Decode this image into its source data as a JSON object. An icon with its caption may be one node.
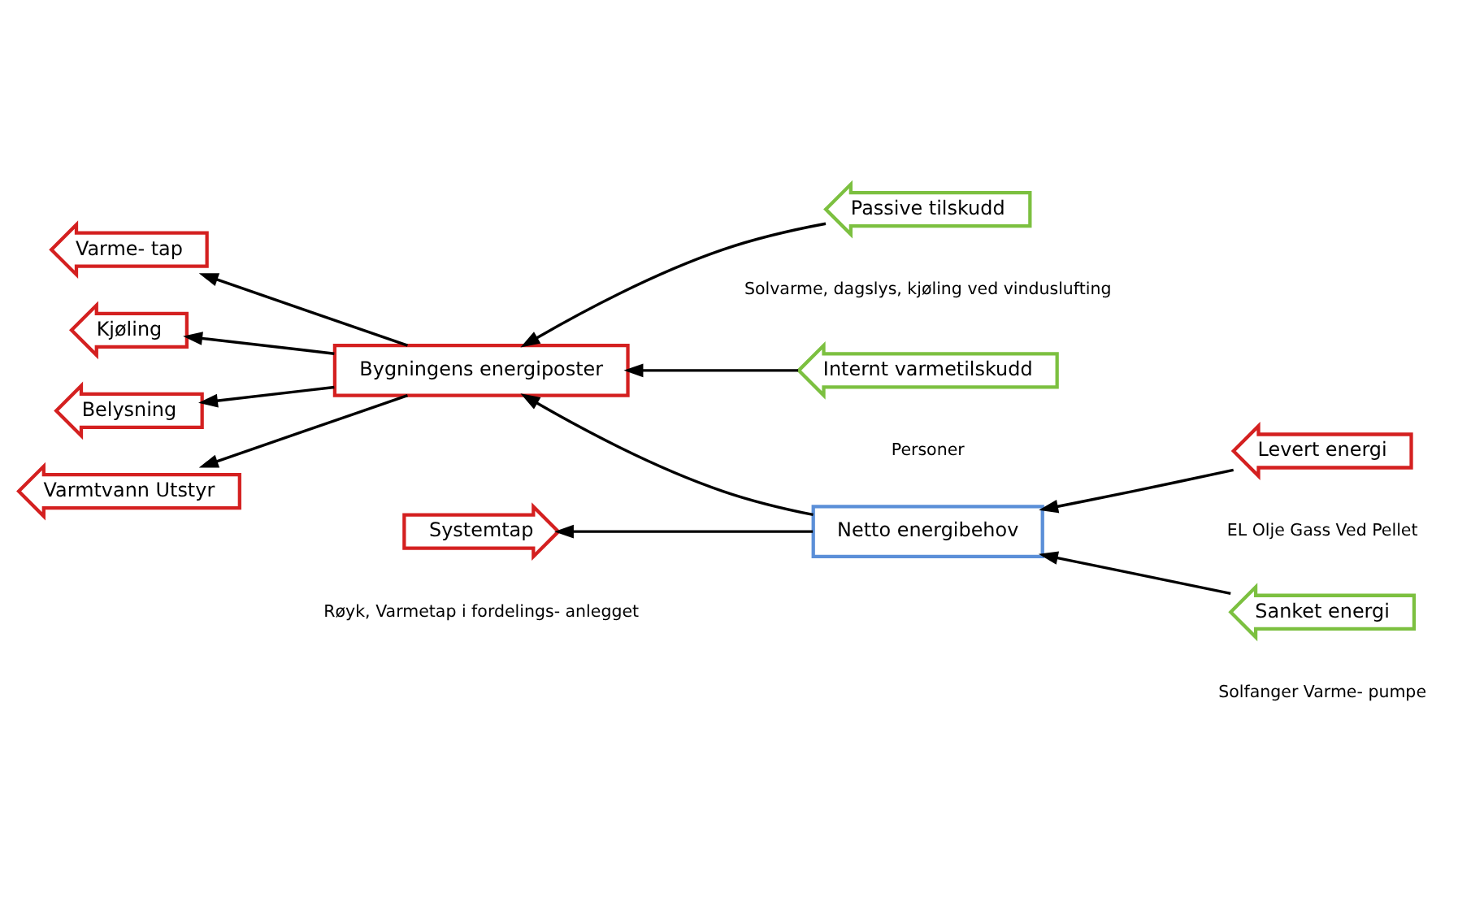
{
  "diagram": {
    "nodes": [
      {
        "text": [
          "Netto energibehov"
        ]
      },
      {
        "text": [
          "Bygningens energiposter"
        ]
      },
      {
        "text": [
          "Varme- tap"
        ]
      },
      {
        "text": [
          "Kjøling"
        ]
      },
      {
        "text": [
          "Belysning"
        ]
      },
      {
        "text": [
          "Varmtvann Utstyr"
        ]
      },
      {
        "text": [
          "Passive tilskudd"
        ],
        "beside": [
          "Solvarme, dagslys, kjøling ved vinduslufting"
        ]
      },
      {
        "text": [
          "Internt varmetilskudd"
        ],
        "beside": [
          "Personer"
        ]
      },
      {
        "text": [
          "Levert energi"
        ],
        "beside": [
          "EL Olje Gass Ved Pellet"
        ]
      },
      {
        "text": [
          "Sanket energi"
        ],
        "beside": [
          "Solfanger Varme- pumpe"
        ]
      },
      {
        "text": [
          "Systemtap"
        ],
        "beside": [
          "Røyk, Varmetap i fordelings- anlegget"
        ]
      }
    ],
    "edges": [
      {
        "from": 8,
        "to": 0,
        "arrow": "to"
      },
      {
        "from": 9,
        "to": 0,
        "arrow": "to"
      },
      {
        "from": 0,
        "to": 10,
        "arrow": "to"
      },
      {
        "from": 0,
        "to": 1,
        "arrow": "to"
      },
      {
        "from": 6,
        "to": 1,
        "arrow": "to"
      },
      {
        "from": 7,
        "to": 1,
        "arrow": "to"
      },
      {
        "from": 1,
        "to": 2,
        "arrow": "to"
      },
      {
        "from": 1,
        "to": 3,
        "arrow": "to"
      },
      {
        "from": 1,
        "to": 4,
        "arrow": "to"
      },
      {
        "from": 1,
        "to": 5,
        "arrow": "to"
      }
    ]
  }
}
